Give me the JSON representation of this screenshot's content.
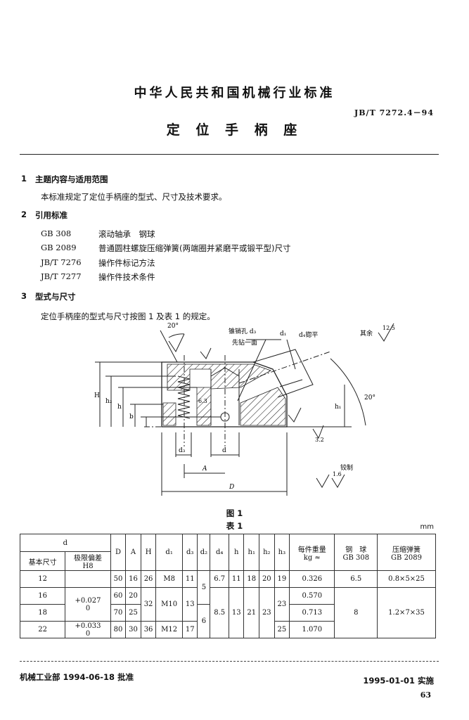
{
  "header": {
    "org_title": "中华人民共和国机械行业标准",
    "std_code": "JB/T 7272.4－94",
    "doc_title": "定 位 手 柄 座"
  },
  "sections": {
    "s1": {
      "num": "1",
      "title": "主题内容与适用范围",
      "body": "本标准规定了定位手柄座的型式、尺寸及技术要求。"
    },
    "s2": {
      "num": "2",
      "title": "引用标准",
      "refs": [
        {
          "code": "GB 308",
          "name": "滚动轴承　钢球"
        },
        {
          "code": "GB 2089",
          "name": "普通圆柱螺旋压缩弹簧(两端圈并紧磨平或锻平型)尺寸"
        },
        {
          "code": "JB/T 7276",
          "name": "操作件标记方法"
        },
        {
          "code": "JB/T 7277",
          "name": "操作件技术条件"
        }
      ]
    },
    "s3": {
      "num": "3",
      "title": "型式与尺寸",
      "body": "定位手柄座的型式与尺寸按图 1 及表 1 的规定。"
    }
  },
  "figure": {
    "caption": "图 1",
    "labels": {
      "angle_top": "20°",
      "angle_right": "20°",
      "pin_hole": "锥销孔 d₃",
      "pin_note": "先钻一面",
      "d1": "d₁",
      "d4_flat": "d₄锪平",
      "rest": "其余",
      "rough_rest": "12.5",
      "rough_bottom": "3.2",
      "rough_bore": "1.6",
      "bore_note": "铰制",
      "H": "H",
      "h2": "h₂",
      "h": "h",
      "b": "b",
      "h1": "h₁",
      "d3": "d₃",
      "d": "d",
      "A": "A",
      "D": "D",
      "ls": "6.3"
    }
  },
  "table": {
    "caption": "表 1",
    "unit": "mm",
    "headers": {
      "d": "d",
      "base": "基本尺寸",
      "tol": "极限偏差",
      "h8": "H8",
      "D": "D",
      "A": "A",
      "H": "H",
      "d1": "d₁",
      "d3": "d₃",
      "d2": "d₂",
      "d4": "d₄",
      "h": "h",
      "h1": "h₁",
      "h2": "h₂",
      "h3": "h₃",
      "weight": "每件重量",
      "weight_unit": "kg ≈",
      "ball": "钢　球",
      "ball_std": "GB 308",
      "spring": "压缩弹簧",
      "spring_std": "GB 2089"
    },
    "rows": [
      {
        "base": "12",
        "D": "50",
        "A": "16",
        "H": "26",
        "d1": "M8",
        "d3": "11",
        "h": "11",
        "h1": "18",
        "h2": "20",
        "h3": "19",
        "weight": "0.326",
        "ball": "6.5",
        "spring": "0.8×5×25"
      },
      {
        "base": "16",
        "D": "60",
        "A": "20",
        "weight": "0.570"
      },
      {
        "base": "18",
        "D": "70",
        "A": "25",
        "weight": "0.713"
      },
      {
        "base": "22",
        "D": "80",
        "A": "30",
        "H": "36",
        "d1": "M12",
        "d3": "17",
        "h3": "25",
        "weight": "1.070"
      }
    ],
    "merged": {
      "tol1": "+0.027",
      "tol1_low": "0",
      "tol2": "+0.033",
      "tol2_low": "0",
      "d2_a": "5",
      "d2_b": "6",
      "d4_a": "6.7",
      "d4_b": "8.5",
      "H_b": "32",
      "d1_b": "M10",
      "d3_b": "13",
      "h_b": "13",
      "h1_b": "21",
      "h2_b": "23",
      "h3_b": "23",
      "ball_b": "8",
      "spring_b": "1.2×7×35"
    }
  },
  "footer": {
    "approve": "机械工业部 1994-06-18 批准",
    "effective": "1995-01-01 实施",
    "page": "63"
  }
}
